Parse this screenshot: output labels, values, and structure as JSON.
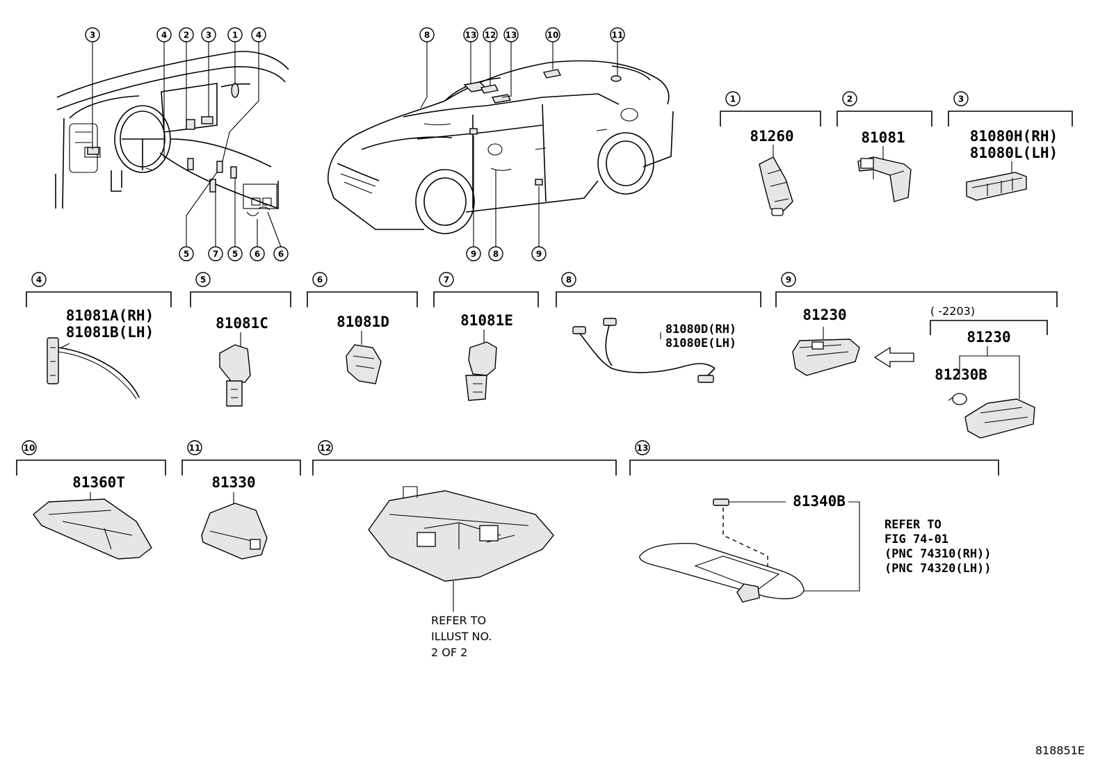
{
  "callouts_dash": [
    "3",
    "4",
    "2",
    "3",
    "1",
    "4",
    "5",
    "7",
    "5",
    "6",
    "6"
  ],
  "callouts_car": [
    "8",
    "13",
    "12",
    "13",
    "10",
    "11",
    "9",
    "8",
    "9"
  ],
  "sections": [
    {
      "num": "1",
      "parts": [
        "81260"
      ]
    },
    {
      "num": "2",
      "parts": [
        "81081"
      ]
    },
    {
      "num": "3",
      "parts": [
        "81080H(RH)",
        "81080L(LH)"
      ]
    },
    {
      "num": "4",
      "parts": [
        "81081A(RH)",
        "81081B(LH)"
      ]
    },
    {
      "num": "5",
      "parts": [
        "81081C"
      ]
    },
    {
      "num": "6",
      "parts": [
        "81081D"
      ]
    },
    {
      "num": "7",
      "parts": [
        "81081E"
      ]
    },
    {
      "num": "8",
      "parts": [
        "81080D(RH)",
        "81080E(LH)"
      ]
    },
    {
      "num": "9",
      "parts": [
        "81230"
      ],
      "sub_range": "(     -2203)",
      "sub_part": "81230",
      "sub_bulb": "81230B"
    },
    {
      "num": "10",
      "parts": [
        "81360T"
      ]
    },
    {
      "num": "11",
      "parts": [
        "81330"
      ]
    },
    {
      "num": "12",
      "parts": [],
      "note": [
        "REFER TO",
        "ILLUST NO.",
        "2 OF 2"
      ]
    },
    {
      "num": "13",
      "parts": [
        "81340B"
      ],
      "note": [
        "REFER TO",
        "FIG 74-01",
        "(PNC 74310(RH))",
        "(PNC 74320(LH))"
      ]
    }
  ],
  "diagram_id": "818851E"
}
